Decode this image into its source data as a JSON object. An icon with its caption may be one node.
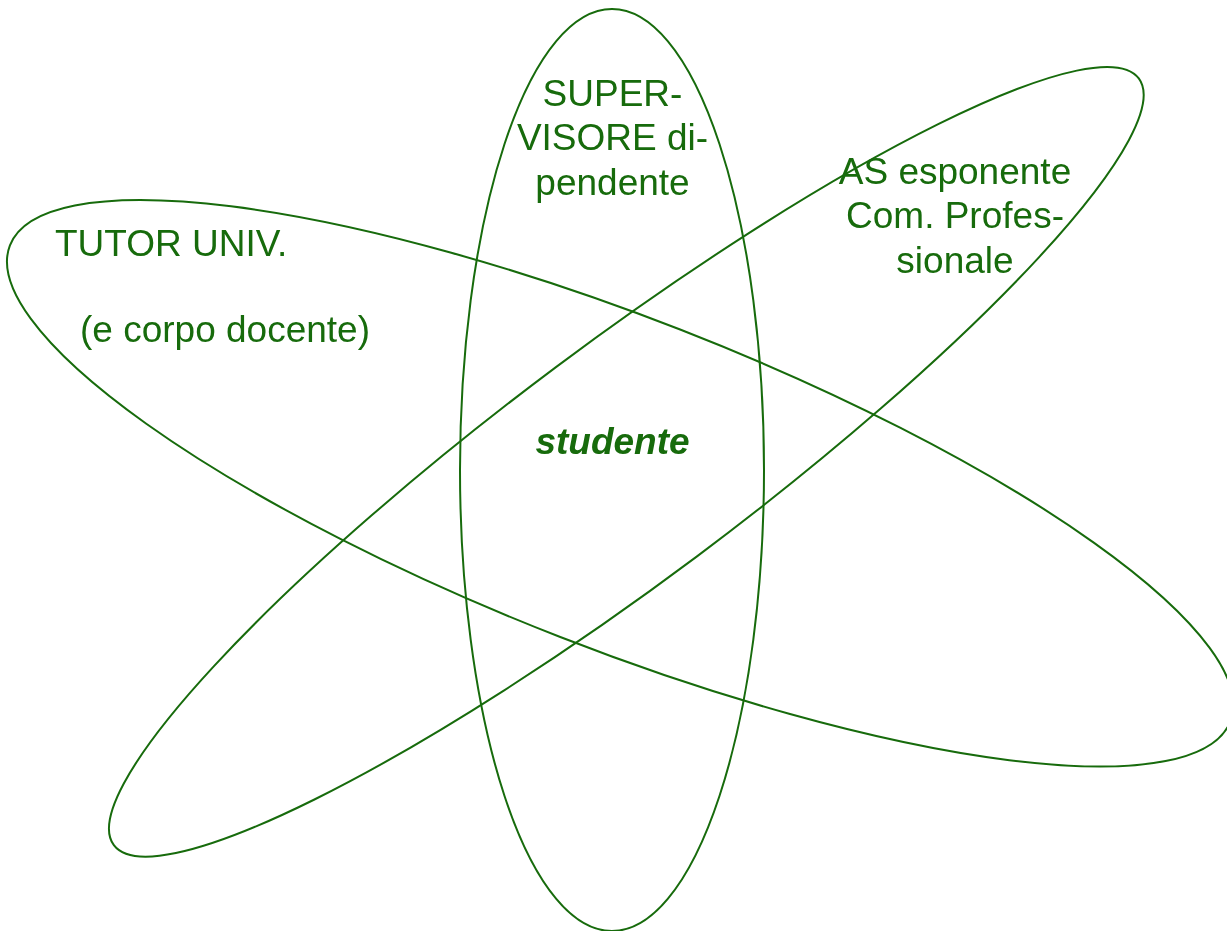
{
  "diagram": {
    "nodes": [
      {
        "text": [
          "SUPER- VISORE di- pendente"
        ]
      },
      {
        "text": [
          "AS esponente Com. Profes- sionale"
        ]
      },
      {
        "text": [
          "TUTOR UNIV.",
          "(e corpo docente)"
        ]
      },
      {
        "text": [
          "studente"
        ]
      }
    ]
  }
}
